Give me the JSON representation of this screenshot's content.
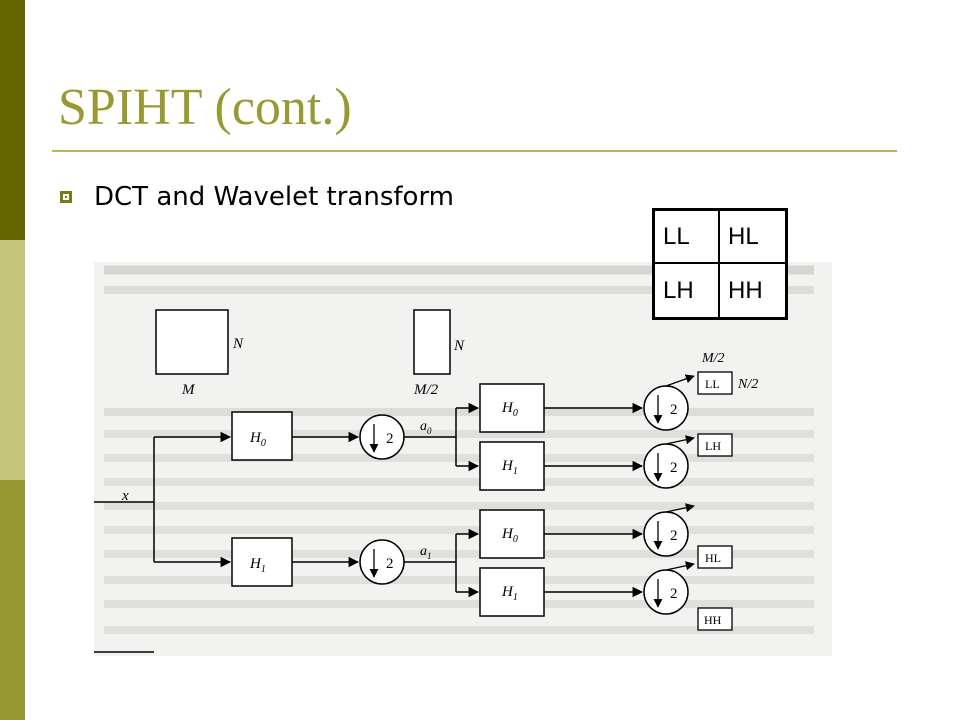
{
  "slide": {
    "title": "SPIHT (cont.)",
    "bullet": "DCT and Wavelet transform"
  },
  "quadrants": {
    "ll": "LL",
    "hl": "HL",
    "lh": "LH",
    "hh": "HH"
  },
  "diagram": {
    "input": "x",
    "filter_h0": "H",
    "filter_h1": "H",
    "sub0": "0",
    "sub1": "1",
    "down": "2",
    "a0": "a",
    "a1": "a",
    "img_w": "M",
    "img_h": "N",
    "half_w": "M/2",
    "half_h": "N/2",
    "out_ll": "LL",
    "out_lh": "LH",
    "out_hl": "HL",
    "out_hh": "HH"
  },
  "colors": {
    "stripe_dark": "#666600",
    "stripe_light": "#c6c67a",
    "stripe_mid": "#999933",
    "title": "#999933"
  }
}
